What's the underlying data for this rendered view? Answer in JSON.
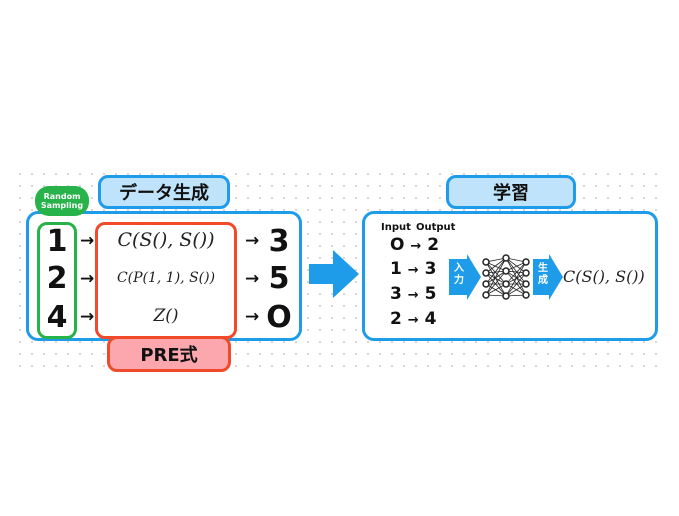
{
  "tags": {
    "data_gen": "データ生成",
    "learn": "学習",
    "pre": "PRE式",
    "random_line1": "Random",
    "random_line2": "Sampling"
  },
  "left": {
    "inputs": [
      "1",
      "2",
      "4"
    ],
    "formulas": [
      "C(S(), S())",
      "C(P(1, 1), S())",
      "Z()"
    ],
    "outputs": [
      "3",
      "5",
      "O"
    ],
    "arrow": "→"
  },
  "right": {
    "header_input": "Input",
    "header_output": "Output",
    "pairs": [
      {
        "in": "O",
        "out": "2"
      },
      {
        "in": "1",
        "out": "3"
      },
      {
        "in": "3",
        "out": "5"
      },
      {
        "in": "2",
        "out": "4"
      }
    ],
    "arrow": "→",
    "input_label": [
      "入",
      "力"
    ],
    "gen_label": [
      "生",
      "成"
    ],
    "result": "C(S(), S())"
  },
  "colors": {
    "blue": "#1e9be9",
    "green": "#27b24a",
    "red": "#f04a2b",
    "pink": "#fca7ad",
    "light_blue": "#bfe3fb"
  },
  "icons": [
    "right-arrow-icon",
    "neural-network-icon"
  ]
}
